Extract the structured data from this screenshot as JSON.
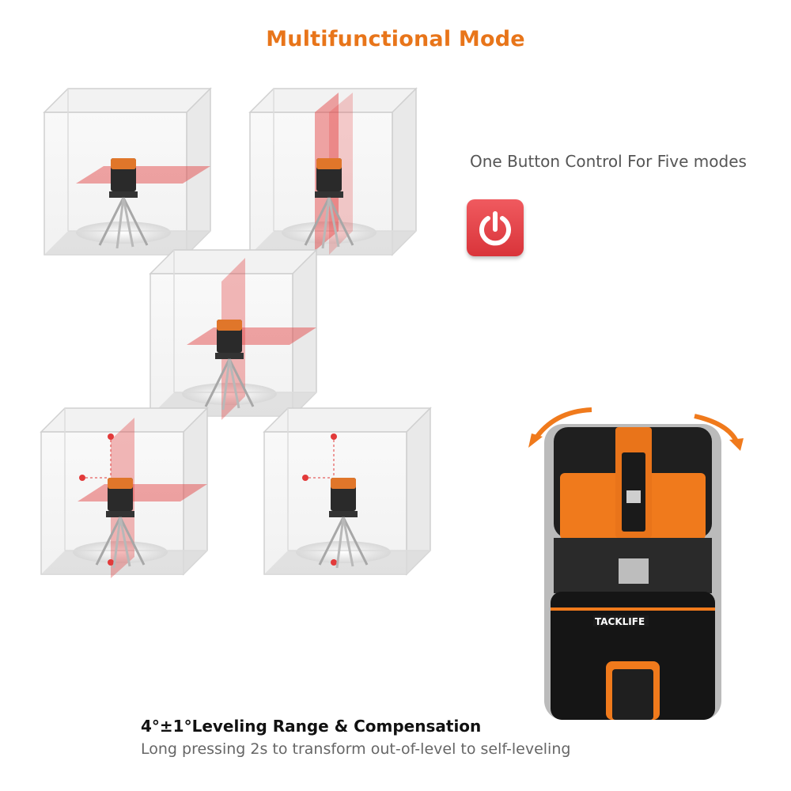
{
  "page": {
    "title": "Multifunctional Mode",
    "subtitle": "One Button Control For Five modes",
    "feature_title": "4°±1°Leveling Range & Compensation",
    "feature_desc": "Long pressing 2s to transform out-of-level to self-leveling"
  },
  "brand": {
    "logo_text": "TACKLIFE"
  },
  "modes": [
    {
      "name": "horizontal-line"
    },
    {
      "name": "vertical-line"
    },
    {
      "name": "cross-line"
    },
    {
      "name": "cross-line-plumb-dots"
    },
    {
      "name": "plumb-dots"
    }
  ],
  "colors": {
    "accent": "#e8751a",
    "laser": "#e23a3a",
    "power_button": "#e04046",
    "device_body": "#1e1e1e",
    "device_orange": "#f07a1c"
  },
  "icons": {
    "power": "power-icon",
    "rotate_arrows": "rotate-arrow-icon"
  }
}
